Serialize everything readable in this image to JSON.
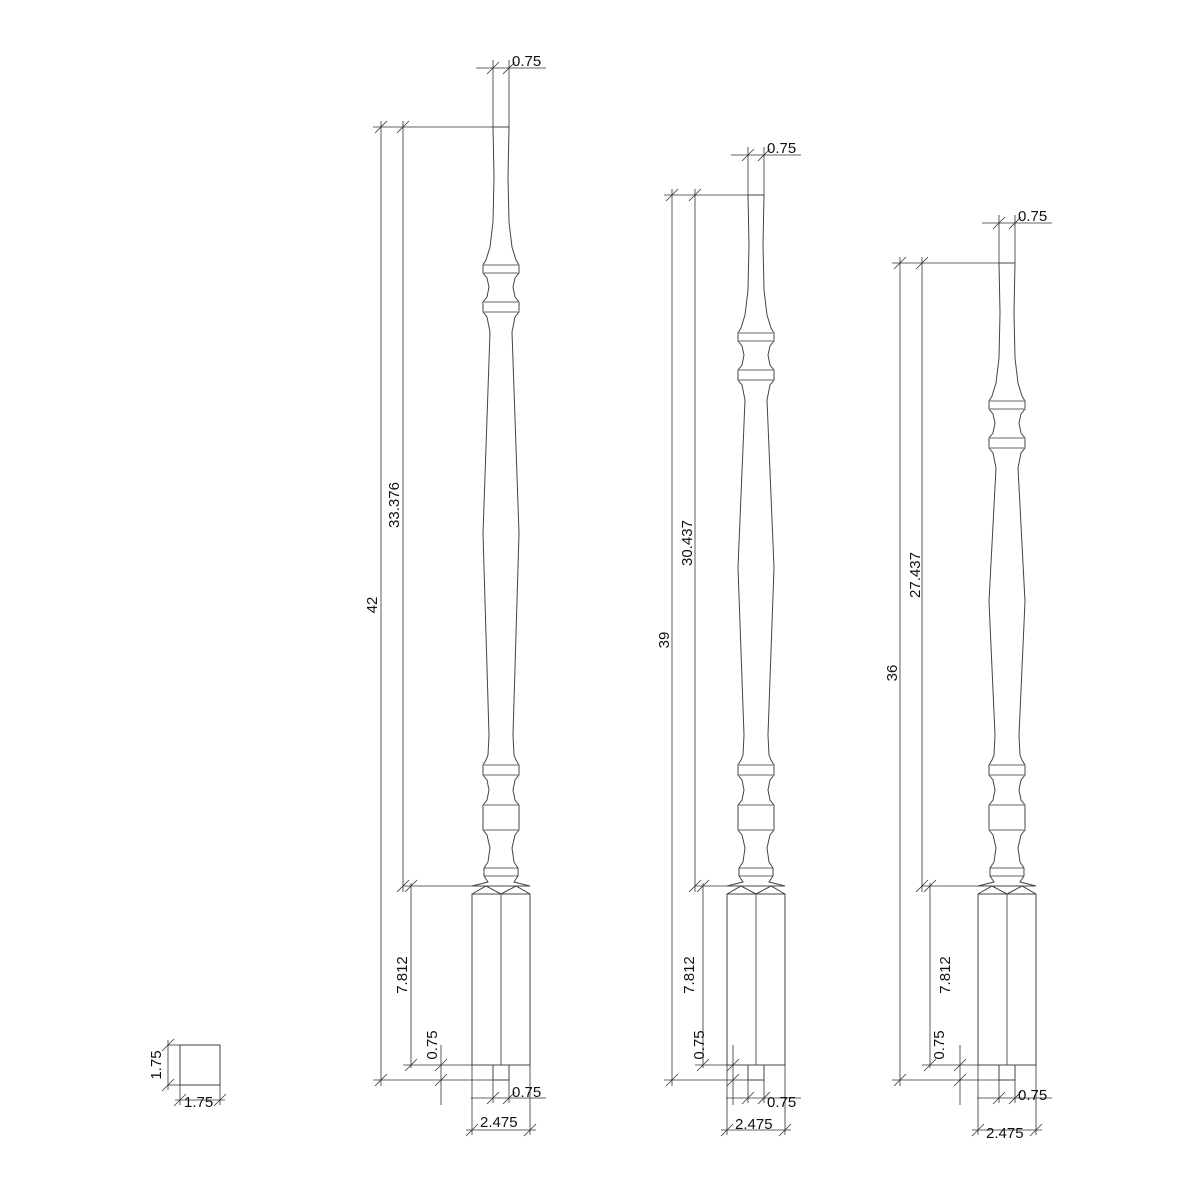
{
  "balusters": [
    {
      "top_width": "0.75",
      "overall_height": "42",
      "upper_length": "33.376",
      "block_height": "7.812",
      "pin_height": "0.75",
      "pin_width": "0.75",
      "block_width": "2.475"
    },
    {
      "top_width": "0.75",
      "overall_height": "39",
      "upper_length": "30.437",
      "block_height": "7.812",
      "pin_height": "0.75",
      "pin_width": "0.75",
      "block_width": "2.475"
    },
    {
      "top_width": "0.75",
      "overall_height": "36",
      "upper_length": "27.437",
      "block_height": "7.812",
      "pin_height": "0.75",
      "pin_width": "0.75",
      "block_width": "2.475"
    }
  ],
  "square_section": {
    "height": "1.75",
    "width": "1.75"
  },
  "colors": {
    "line": "#333333",
    "background": "#ffffff"
  }
}
